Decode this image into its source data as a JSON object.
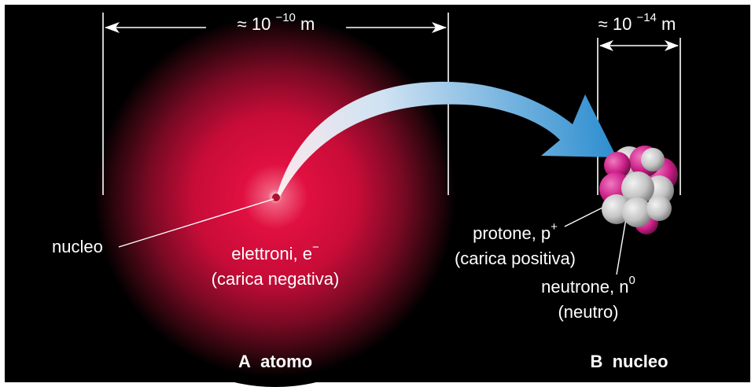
{
  "scale_atom": {
    "approx": "≈ 10",
    "exp": "−10",
    "unit": "m"
  },
  "scale_nucleus": {
    "approx": "≈ 10",
    "exp": "−14",
    "unit": "m"
  },
  "labels": {
    "nucleus_pointer": "nucleo",
    "electrons_line1": "elettroni, e",
    "electrons_sup": "−",
    "electrons_line2": "(carica negativa)",
    "proton_line1": "protone, p",
    "proton_sup": "+",
    "proton_line2": "(carica positiva)",
    "neutron_line1": "neutrone, n",
    "neutron_sup": "0",
    "neutron_line2": "(neutro)"
  },
  "captions": {
    "a_letter": "A",
    "a_text": "atomo",
    "b_letter": "B",
    "b_text": "nucleo"
  },
  "colors": {
    "background": "#000000",
    "cloud": "#e0103c",
    "arrow_start": "#ffffff",
    "arrow_end": "#2f8fd0",
    "proton": "#d0208a",
    "neutron": "#c8c8c8"
  }
}
